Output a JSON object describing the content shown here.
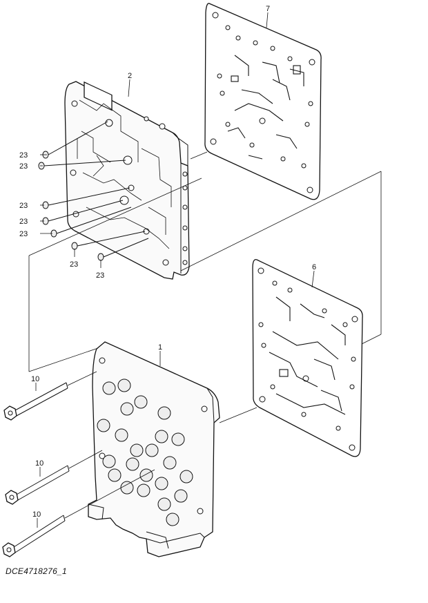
{
  "callouts": {
    "plate_upper": "7",
    "upper_body": "2",
    "plate_lower": "6",
    "lower_body": "1",
    "plug_a": "23",
    "plug_b": "23",
    "plug_c": "23",
    "plug_d": "23",
    "plug_e": "23",
    "plug_f": "23",
    "plug_g": "23",
    "bolt_a": "10",
    "bolt_b": "10",
    "bolt_c": "10"
  },
  "document_id": "DCE4718276_1"
}
